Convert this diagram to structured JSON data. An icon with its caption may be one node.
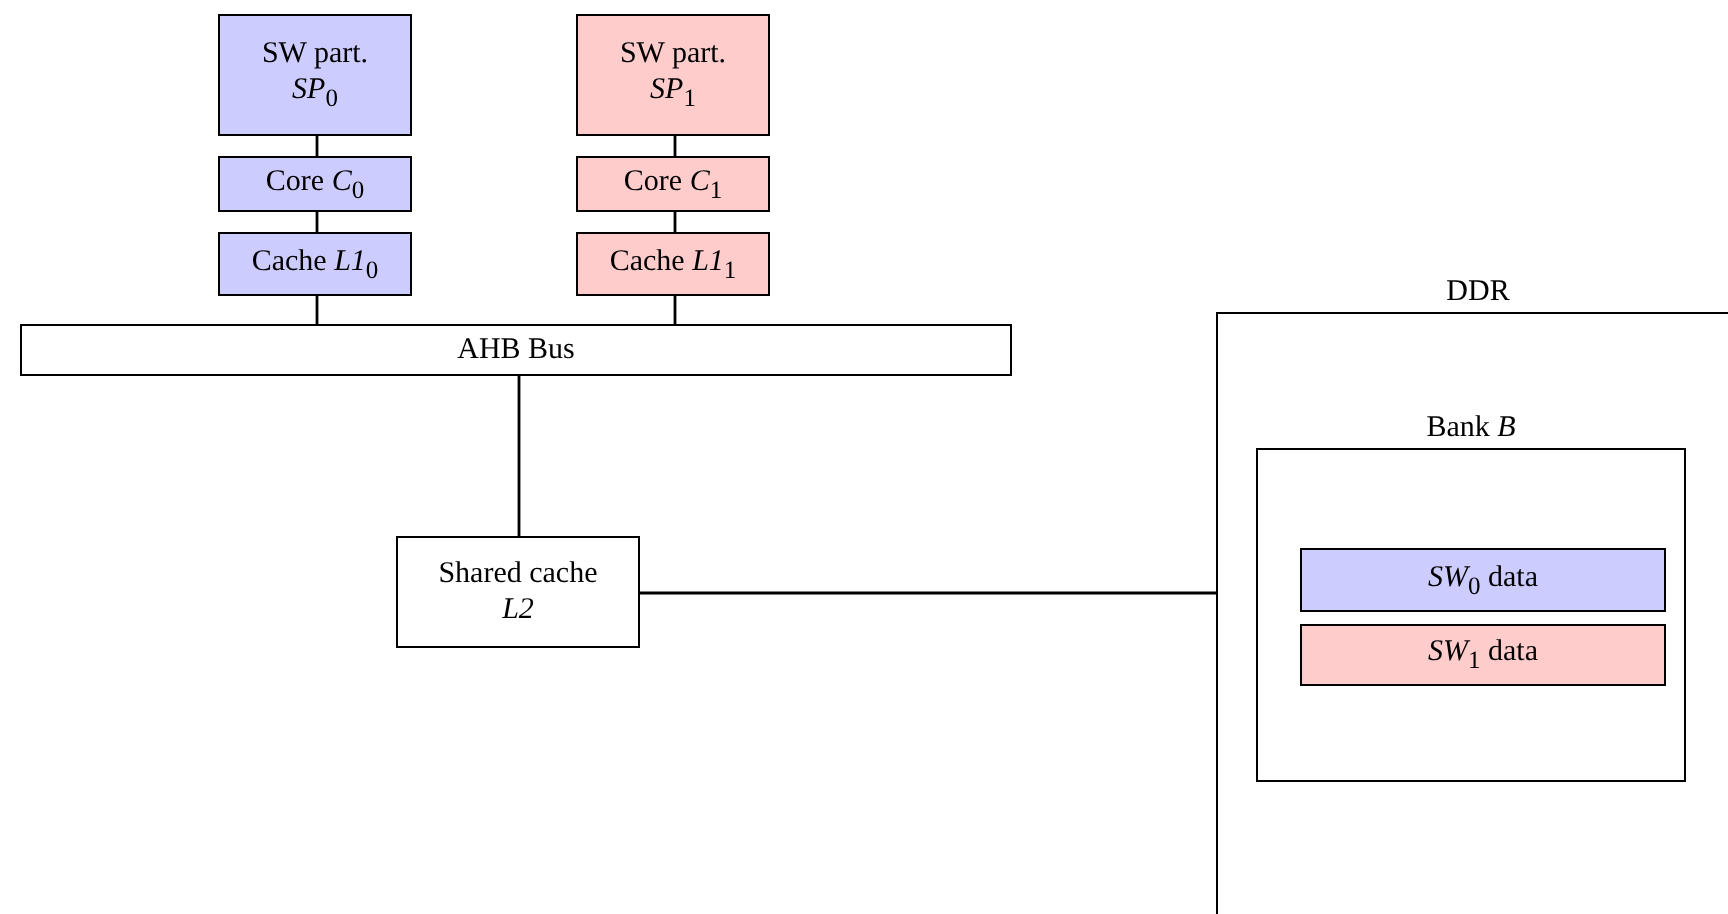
{
  "diagram": {
    "nodes": [
      {
        "text": [
          "SW part. *SP*$_{0}$"
        ]
      },
      {
        "text": [
          "Core *C*$_{0}$"
        ]
      },
      {
        "text": [
          "Cache *L1*$_{0}$"
        ]
      },
      {
        "text": [
          "SW part. *SP*$_{1}$"
        ]
      },
      {
        "text": [
          "Core *C*$_{1}$"
        ]
      },
      {
        "text": [
          "Cache *L1*$_{1}$"
        ]
      },
      {
        "text": [
          "AHB Bus"
        ]
      },
      {
        "text": [
          "Shared cache *L2*"
        ]
      },
      {
        "text": [
          "DDR"
        ]
      },
      {
        "text": [
          "Bank *B*"
        ],
        "in": 8
      },
      {
        "text": [
          "*SW*$_{0}$ data"
        ],
        "in": 9
      },
      {
        "text": [
          "*SW*$_{1}$ data"
        ],
        "in": 9
      }
    ],
    "edges": [
      {
        "from": 0,
        "to": 1,
        "arrow": "none"
      },
      {
        "from": 1,
        "to": 2,
        "arrow": "none"
      },
      {
        "from": 3,
        "to": 4,
        "arrow": "none"
      },
      {
        "from": 4,
        "to": 5,
        "arrow": "none"
      },
      {
        "from": 2,
        "to": 6,
        "arrow": "none"
      },
      {
        "from": 5,
        "to": 6,
        "arrow": "none"
      },
      {
        "from": 6,
        "to": 7,
        "arrow": "none"
      },
      {
        "from": 7,
        "to": 8,
        "arrow": "none"
      }
    ]
  }
}
